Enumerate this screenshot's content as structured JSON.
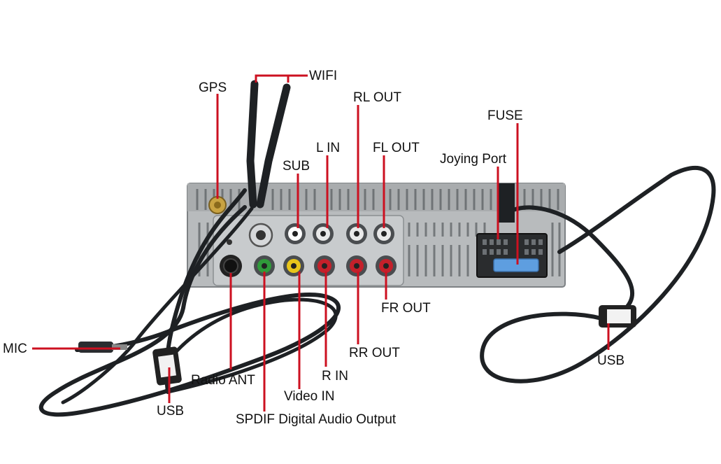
{
  "labels": {
    "gps": "GPS",
    "wifi": "WIFI",
    "rl_out": "RL OUT",
    "fuse": "FUSE",
    "l_in": "L IN",
    "fl_out": "FL OUT",
    "sub": "SUB",
    "joying_port": "Joying Port",
    "mic": "MIC",
    "radio_ant": "Radio ANT",
    "usb_left": "USB",
    "spdif": "SPDIF Digital Audio Output",
    "video_in": "Video IN",
    "r_in": "R IN",
    "rr_out": "RR OUT",
    "fr_out": "FR OUT",
    "usb_right": "USB"
  },
  "colors": {
    "leader": "#cc1020",
    "panel": "#b9bcbe",
    "panel_dark": "#8e9295",
    "cable": "#1e2124",
    "rca_green": "#2f9a3a",
    "rca_yellow": "#e8c51a",
    "rca_red": "#c4202a",
    "rca_white": "#e9e9e9",
    "fuse_blue": "#5e9ee0"
  }
}
